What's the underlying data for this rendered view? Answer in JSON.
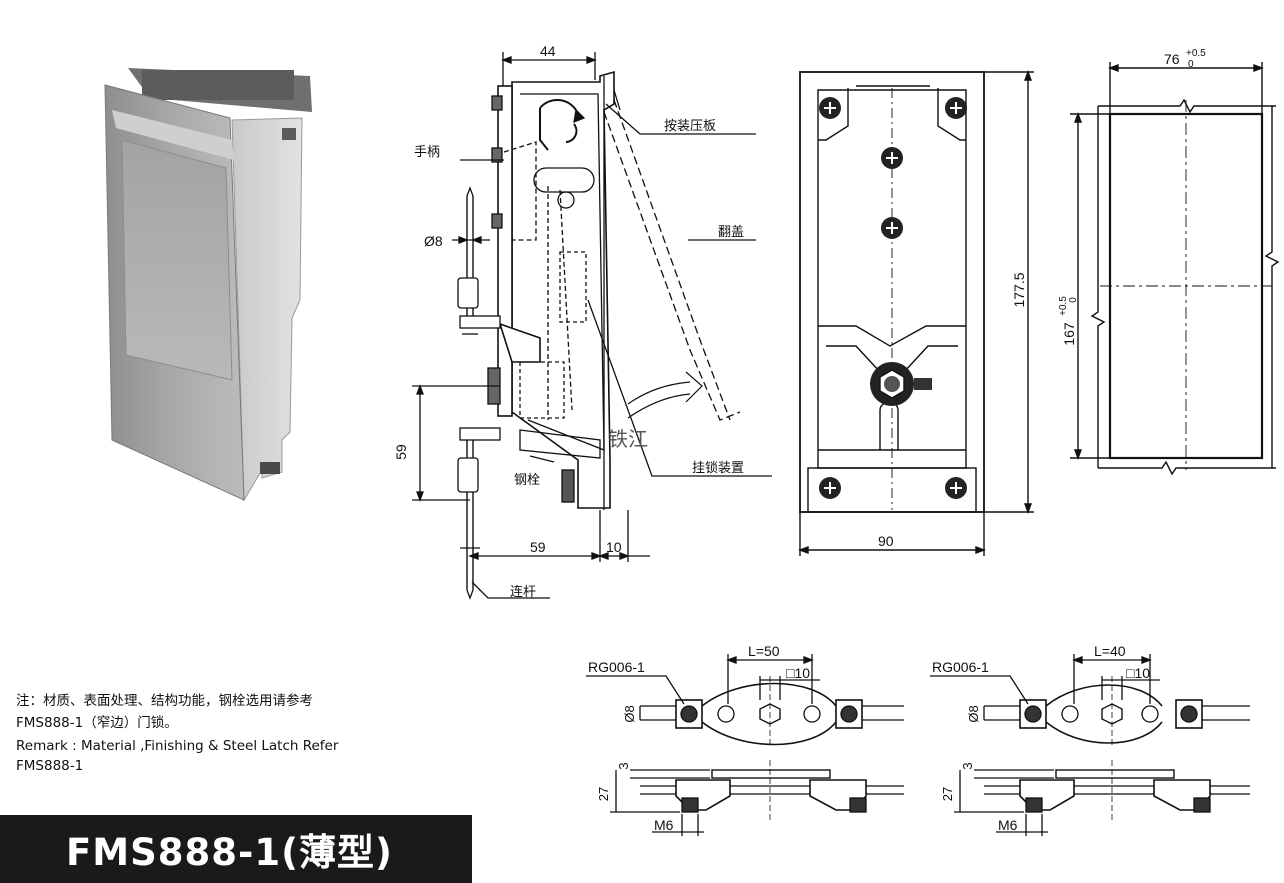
{
  "labels": {
    "handle": "手柄",
    "mount_plate": "按装压板",
    "flip_cover": "翻盖",
    "hang_lock": "挂锁装置",
    "steel_latch": "钢栓",
    "link_rod": "连杆",
    "watermark": "铁江"
  },
  "dims": {
    "d44": "44",
    "d8": "Ø8",
    "d59v": "59",
    "d59h": "59",
    "d10": "10",
    "d90": "90",
    "d177": "177.5",
    "d76": "76",
    "d76_tol": "+0.5",
    "d76_tol_low": "0",
    "d167": "167",
    "d167_tol": "+0.5",
    "d167_tol_low": "0"
  },
  "rod_left": {
    "part": "RG006-1",
    "length": "L=50",
    "square": "□10",
    "dia": "Ø8",
    "t3": "3",
    "h27": "27",
    "thread": "M6"
  },
  "rod_right": {
    "part": "RG006-1",
    "length": "L=40",
    "square": "□10",
    "dia": "Ø8",
    "t3": "3",
    "h27": "27",
    "thread": "M6"
  },
  "notes": {
    "cn_line1": "注：材质、表面处理、结构功能，钢栓选用请参考",
    "cn_line2": "FMS888-1（窄边）门锁。",
    "en_line1": "Remark : Material ,Finishing & Steel Latch Refer",
    "en_line2": "FMS888-1"
  },
  "title": "FMS888-1(薄型)"
}
